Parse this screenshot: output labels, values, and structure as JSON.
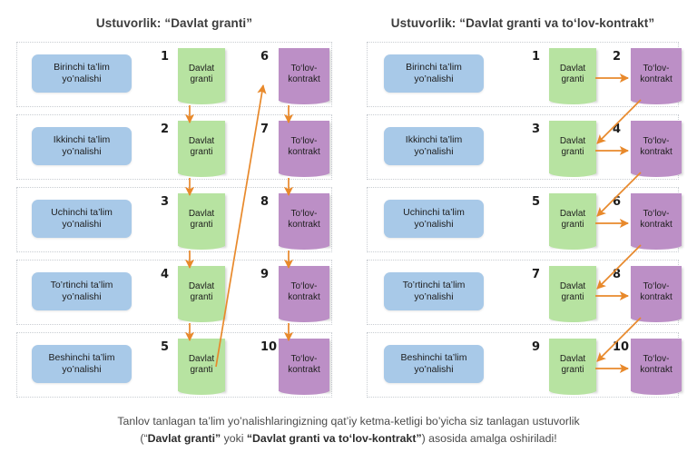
{
  "panels": [
    {
      "id": "left",
      "title": "Ustuvorlik: “Davlat granti”",
      "rows": [
        {
          "direction": "Birinchi ta’lim\nyo’nalishi",
          "grant_label": "Davlat\ngranti",
          "grant_num": "1",
          "contract_label": "To‘lov-\nkontrakt",
          "contract_num": "6"
        },
        {
          "direction": "Ikkinchi ta’lim\nyo’nalishi",
          "grant_label": "Davlat\ngranti",
          "grant_num": "2",
          "contract_label": "To‘lov-\nkontrakt",
          "contract_num": "7"
        },
        {
          "direction": "Uchinchi ta’lim\nyo’nalishi",
          "grant_label": "Davlat\ngranti",
          "grant_num": "3",
          "contract_label": "To‘lov-\nkontrakt",
          "contract_num": "8"
        },
        {
          "direction": "To’rtinchi ta’lim\nyo’nalishi",
          "grant_label": "Davlat\ngranti",
          "grant_num": "4",
          "contract_label": "To‘lov-\nkontrakt",
          "contract_num": "9"
        },
        {
          "direction": "Beshinchi ta’lim\nyo’nalishi",
          "grant_label": "Davlat\ngranti",
          "grant_num": "5",
          "contract_label": "To‘lov-\nkontrakt",
          "contract_num": "10"
        }
      ]
    },
    {
      "id": "right",
      "title": "Ustuvorlik: “Davlat granti va to‘lov-kontrakt”",
      "rows": [
        {
          "direction": "Birinchi ta’lim\nyo’nalishi",
          "grant_label": "Davlat\ngranti",
          "grant_num": "1",
          "contract_label": "To‘lov-\nkontrakt",
          "contract_num": "2"
        },
        {
          "direction": "Ikkinchi ta’lim\nyo’nalishi",
          "grant_label": "Davlat\ngranti",
          "grant_num": "3",
          "contract_label": "To‘lov-\nkontrakt",
          "contract_num": "4"
        },
        {
          "direction": "Uchinchi ta’lim\nyo’nalishi",
          "grant_label": "Davlat\ngranti",
          "grant_num": "5",
          "contract_label": "To‘lov-\nkontrakt",
          "contract_num": "6"
        },
        {
          "direction": "To’rtinchi ta’lim\nyo’nalishi",
          "grant_label": "Davlat\ngranti",
          "grant_num": "7",
          "contract_label": "To‘lov-\nkontrakt",
          "contract_num": "8"
        },
        {
          "direction": "Beshinchi ta’lim\nyo’nalishi",
          "grant_label": "Davlat\ngranti",
          "grant_num": "9",
          "contract_label": "To‘lov-\nkontrakt",
          "contract_num": "10"
        }
      ]
    }
  ],
  "caption": {
    "line1": "Tanlov tanlagan ta’lim yo’nalishlaringizning qat’iy ketma-ketligi bo’yicha siz tanlagan ustuvorlik",
    "line2_open": "(“",
    "line2_bold1": "Davlat granti”",
    "line2_mid": " yoki ",
    "line2_bold2": "“Davlat granti va to‘lov-kontrakt”",
    "line2_close": ") asosida amalga oshiriladi!"
  },
  "colors": {
    "direction_box": "#a8c9e8",
    "grant_box": "#b7e3a1",
    "contract_box": "#bc8fc6",
    "arrow": "#e8892b",
    "row_border": "#c9cdd2",
    "background": "#ffffff",
    "title_text": "#3c3c3c",
    "caption_text": "#4a4a4a"
  }
}
